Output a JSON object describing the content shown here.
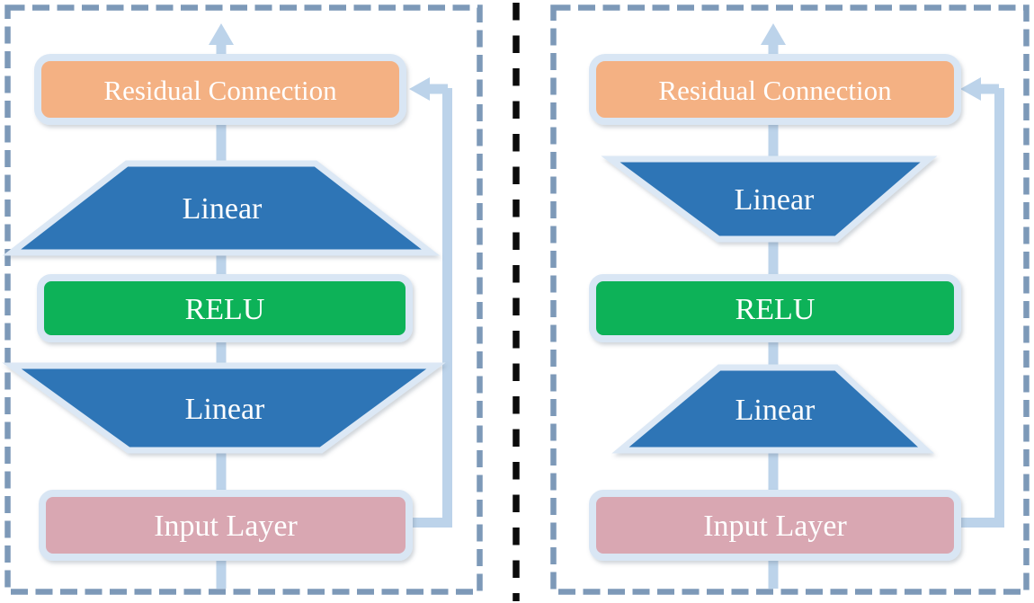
{
  "figure": {
    "description_labels": {
      "left_panel": "residual MLP block with expanding then contracting linear layers",
      "right_panel": "residual MLP block with contracting then expanding linear layers"
    },
    "panels": [
      {
        "name": "left",
        "residual_label": "Residual Connection",
        "linear_upper_label": "Linear",
        "relu_label": "RELU",
        "linear_lower_label": "Linear",
        "input_label": "Input Layer"
      },
      {
        "name": "right",
        "residual_label": "Residual Connection",
        "linear_upper_label": "Linear",
        "relu_label": "RELU",
        "linear_lower_label": "Linear",
        "input_label": "Input Layer"
      }
    ],
    "colors": {
      "residual_fill": "#F4B183",
      "linear_fill": "#2E75B6",
      "relu_fill": "#10B259",
      "input_fill": "#D9A7B2",
      "connector": "#BCD3EA",
      "shape_outline": "#DCE8F5",
      "panel_border": "#7D99B8",
      "divider": "#0B0B0B"
    }
  }
}
